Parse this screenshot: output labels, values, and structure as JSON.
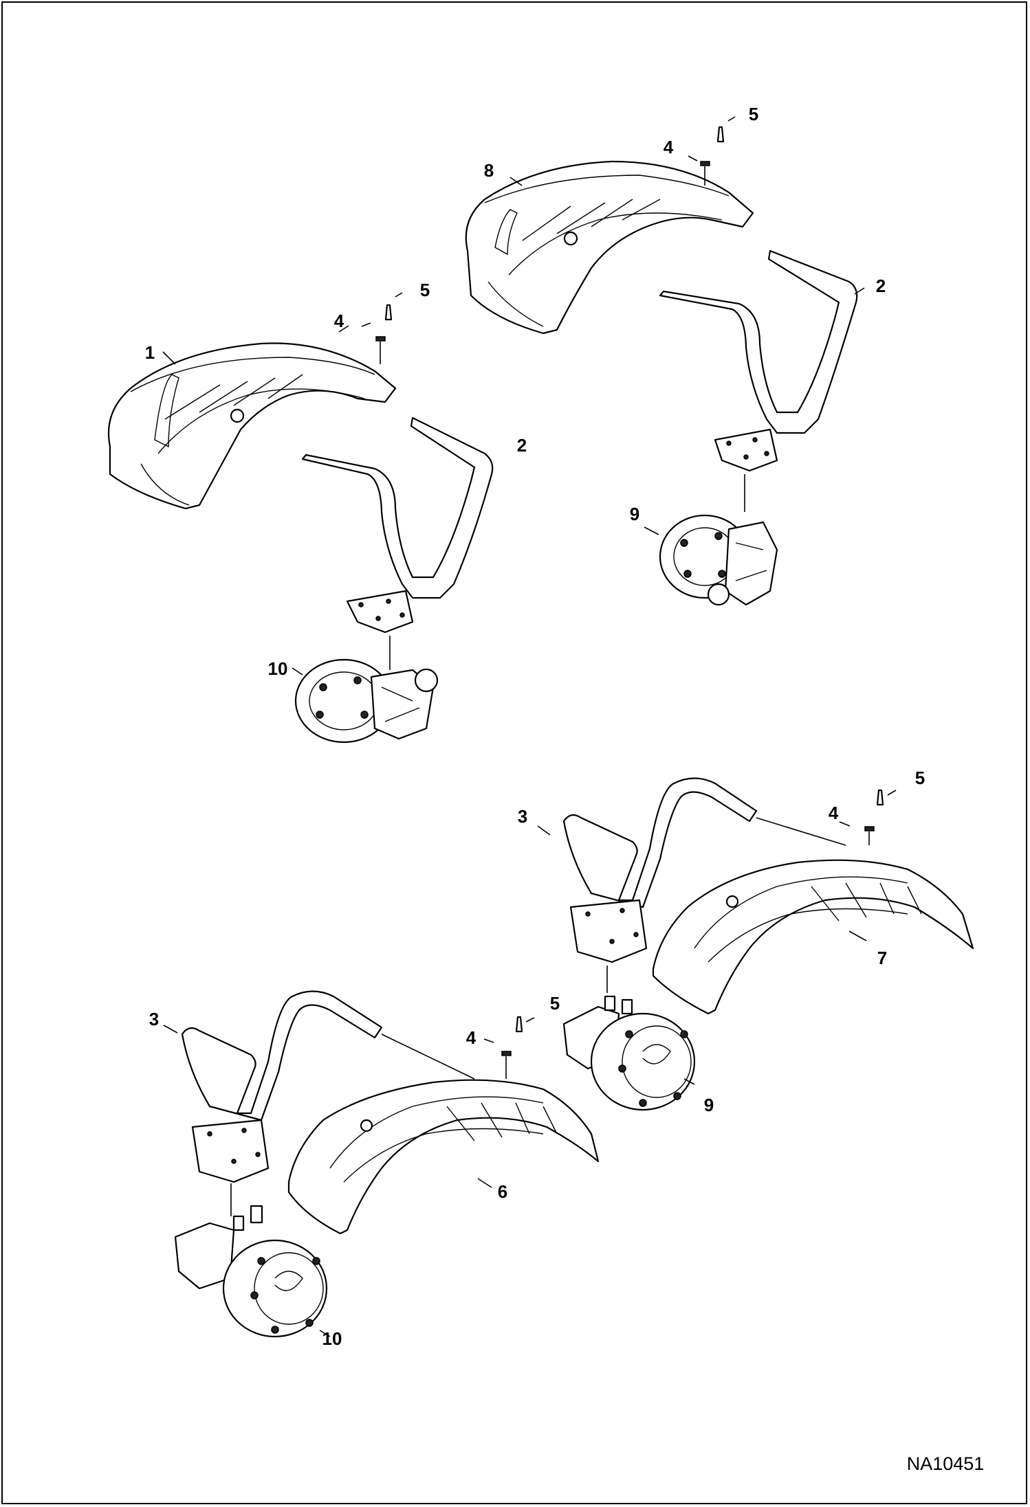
{
  "figure_id": "NA10451",
  "callouts": {
    "c1": "1",
    "c2": "2",
    "c3": "3",
    "c4": "4",
    "c5": "5",
    "c6": "6",
    "c7": "7",
    "c8": "8",
    "c9": "9",
    "c10": "10"
  }
}
